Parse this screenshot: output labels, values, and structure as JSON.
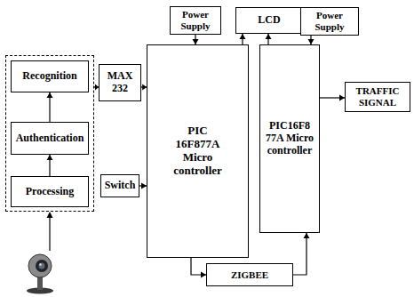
{
  "diagram": {
    "nodes": [
      {
        "text": []
      },
      {
        "text": [
          "Recognition"
        ],
        "in": 0
      },
      {
        "text": [
          "Authentication"
        ],
        "in": 0
      },
      {
        "text": [
          "Processing"
        ],
        "in": 0
      },
      {
        "text": [
          "MAX 232"
        ]
      },
      {
        "text": [
          "Power Supply"
        ]
      },
      {
        "text": [
          "LCD"
        ]
      },
      {
        "text": [
          "Power Supply"
        ]
      },
      {
        "text": [
          "PIC 16F877A Micro controller"
        ]
      },
      {
        "text": [
          "Switch"
        ]
      },
      {
        "text": [
          "PIC16F8 77A Micro controller"
        ]
      },
      {
        "text": [
          "TRAFFIC SIGNAL"
        ]
      },
      {
        "text": [
          "ZIGBEE"
        ]
      }
    ],
    "edges": [
      {
        "from": 3,
        "to": 2,
        "arrow": "to"
      },
      {
        "from": 2,
        "to": 1,
        "arrow": "to"
      },
      {
        "from": 0,
        "to": 4,
        "arrow": "to"
      },
      {
        "from": 4,
        "to": 8,
        "arrow": "to"
      },
      {
        "from": 9,
        "to": 8,
        "arrow": "to"
      },
      {
        "from": 5,
        "to": 8,
        "arrow": "to"
      },
      {
        "from": 8,
        "to": 6,
        "arrow": "to"
      },
      {
        "from": 7,
        "to": 10,
        "arrow": "to"
      },
      {
        "from": 10,
        "to": 6,
        "arrow": "to"
      },
      {
        "from": 10,
        "to": 11,
        "arrow": "to"
      },
      {
        "from": 8,
        "to": 12,
        "arrow": "to"
      },
      {
        "from": 12,
        "to": 10,
        "arrow": "to"
      }
    ]
  }
}
